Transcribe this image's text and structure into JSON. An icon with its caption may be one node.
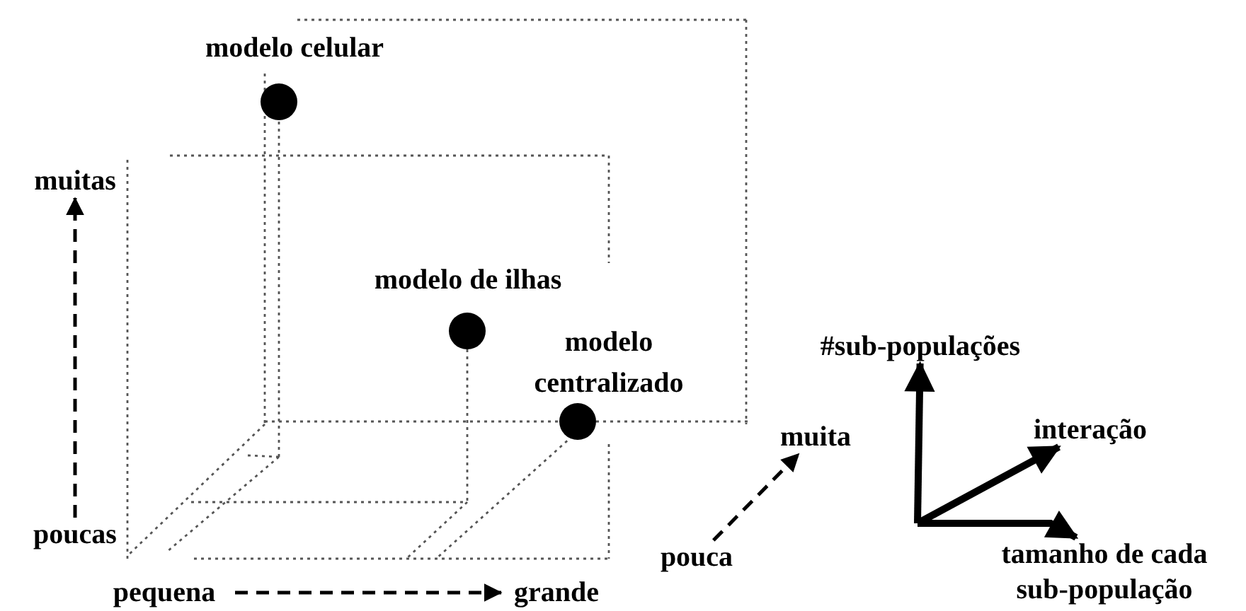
{
  "diagram": {
    "nodes": [
      {
        "text": [
          "modelo celular"
        ]
      },
      {
        "text": [
          "muitas"
        ]
      },
      {
        "text": [
          "modelo de ilhas"
        ]
      },
      {
        "text": [
          "modelo centralizado"
        ]
      },
      {
        "text": [
          "#sub-populações"
        ]
      },
      {
        "text": [
          "muita"
        ]
      },
      {
        "text": [
          "interação"
        ]
      },
      {
        "text": [
          "poucas"
        ]
      },
      {
        "text": [
          "pouca"
        ]
      },
      {
        "text": [
          "tamanho de cada sub-população"
        ]
      },
      {
        "text": [
          "pequena"
        ]
      },
      {
        "text": [
          "grande"
        ]
      }
    ],
    "edges": [
      {
        "from": 7,
        "to": 1,
        "arrow": "to",
        "style": "dashed"
      },
      {
        "from": 10,
        "to": 11,
        "arrow": "to",
        "style": "dashed"
      },
      {
        "from": 8,
        "to": 5,
        "arrow": "to",
        "style": "dashed"
      },
      {
        "from": null,
        "to": 4,
        "arrow": "to",
        "style": "thick"
      },
      {
        "from": null,
        "to": 6,
        "arrow": "to",
        "style": "thick"
      },
      {
        "from": null,
        "to": 9,
        "arrow": "to",
        "style": "thick"
      }
    ]
  }
}
